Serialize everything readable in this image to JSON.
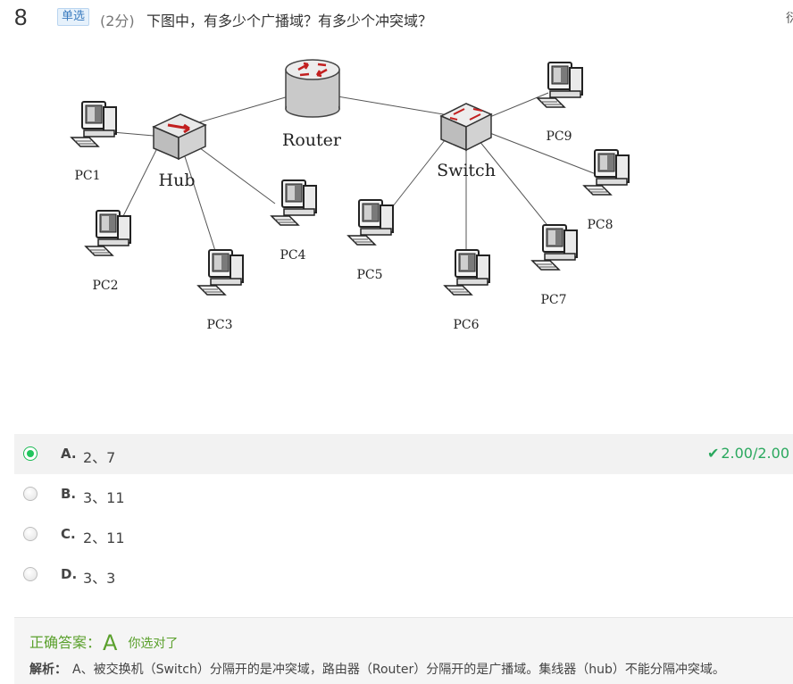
{
  "question": {
    "number": "8",
    "type": "单选",
    "score": "(2分)",
    "text": "下图中，有多少个广播域？有多少个冲突域？",
    "corner_mark": "衍"
  },
  "diagram": {
    "router": "Router",
    "hub": "Hub",
    "switch": "Switch",
    "pcs": [
      "PC1",
      "PC2",
      "PC3",
      "PC4",
      "PC5",
      "PC6",
      "PC7",
      "PC8",
      "PC9"
    ]
  },
  "options": [
    {
      "letter": "A.",
      "text": "2、7",
      "selected": true,
      "score": "2.00/2.00"
    },
    {
      "letter": "B.",
      "text": "3、11",
      "selected": false
    },
    {
      "letter": "C.",
      "text": "2、11",
      "selected": false
    },
    {
      "letter": "D.",
      "text": "3、3",
      "selected": false
    }
  ],
  "answer": {
    "label": "正确答案：",
    "letter": "A",
    "feedback": "你选对了",
    "explanation_label": "解析：",
    "explanation": "A、被交换机（Switch）分隔开的是冲突域，路由器（Router）分隔开的是广播域。集线器（hub）不能分隔冲突域。"
  },
  "colors": {
    "correct": "#22c55e",
    "accent": "#5aa02c",
    "type_badge": "#3a7bbf"
  }
}
